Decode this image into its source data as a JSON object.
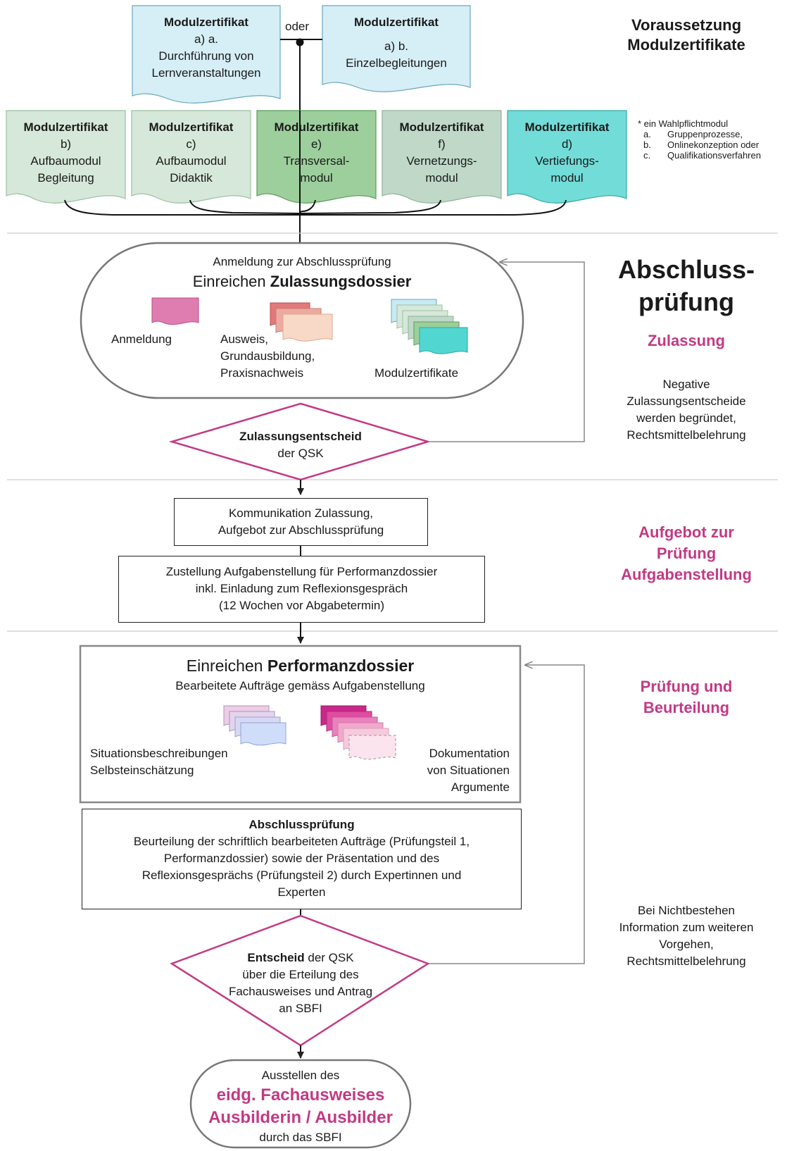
{
  "top_certs": [
    {
      "title": "Modulzertifikat",
      "lines": [
        "a) a.",
        "Durchführung von",
        "Lernveranstaltungen"
      ]
    },
    {
      "title": "Modulzertifikat",
      "lines": [
        "a) b.",
        "Einzelbegleitungen"
      ]
    }
  ],
  "oder_label": "oder",
  "module_certs": [
    {
      "title": "Modulzertifikat",
      "lines": [
        "b)",
        "Aufbaumodul",
        "Begleitung"
      ],
      "color": "#d6e8d9"
    },
    {
      "title": "Modulzertifikat",
      "lines": [
        "c)",
        "Aufbaumodul",
        "Didaktik"
      ],
      "color": "#d6e8d9"
    },
    {
      "title": "Modulzertifikat",
      "lines": [
        "e)",
        "Transversal-",
        "modul"
      ],
      "color": "#9ccf9c"
    },
    {
      "title": "Modulzertifikat",
      "lines": [
        "f)",
        "Vernetzungs-",
        "modul"
      ],
      "color": "#bfd8c8"
    },
    {
      "title": "Modulzertifikat",
      "lines": [
        "d)",
        "Vertiefungs-",
        "modul"
      ],
      "color": "#72dcd8"
    }
  ],
  "colors": {
    "top_cert": "#d6eef5",
    "magenta": "#c23a84",
    "anmeldung": "#e07db0",
    "ausweis_back": "#e07a7a",
    "ausweis_mid": "#ecaaa0",
    "ausweis_front": "#f8d8c6"
  },
  "footnote": {
    "head": "* ein Wahlpflichtmodul",
    "items": [
      {
        "letter": "a.",
        "text": "Gruppenprozesse,"
      },
      {
        "letter": "b.",
        "text": "Onlinekonzeption oder"
      },
      {
        "letter": "c.",
        "text": "Qualifikationsverfahren"
      }
    ]
  },
  "side": {
    "voraussetzung": [
      "Voraussetzung",
      "Modulzertifikate"
    ],
    "abschluss": [
      "Abschluss-",
      "prüfung"
    ],
    "zulassung": "Zulassung",
    "negative_note": [
      "Negative",
      "Zulassungsentscheide",
      "werden begründet,",
      "Rechtsmittelbelehrung"
    ],
    "aufgebot": [
      "Aufgebot zur",
      "Prüfung",
      "Aufgabenstellung"
    ],
    "pruefung": [
      "Prüfung und",
      "Beurteilung"
    ],
    "nichtbestehen_note": [
      "Bei Nichtbestehen",
      "Information zum weiteren",
      "Vorgehen,",
      "Rechtsmittelbelehrung"
    ]
  },
  "dossier": {
    "line1": "Anmeldung zur Abschlussprüfung",
    "line2_prefix": "Einreichen ",
    "line2_bold": "Zulassungsdossier",
    "anmeldung_label": "Anmeldung",
    "ausweis_lines": [
      "Ausweis,",
      "Grundausbildung,",
      "Praxisnachweis"
    ],
    "modulzertifikate_label": "Modulzertifikate"
  },
  "zulassung_decision": {
    "bold": "Zulassungsentscheid",
    "rest": "der QSK"
  },
  "kommunikation": [
    "Kommunikation Zulassung,",
    "Aufgebot zur Abschlussprüfung"
  ],
  "zustellung": [
    "Zustellung Aufgabenstellung für Performanzdossier",
    "inkl. Einladung zum Reflexionsgespräch",
    "(12 Wochen vor Abgabetermin)"
  ],
  "performanz": {
    "title_prefix": "Einreichen ",
    "title_bold": "Performanzdossier",
    "subtitle": "Bearbeitete Aufträge gemäss Aufgabenstellung",
    "left_lines": [
      "Situationsbeschreibungen",
      "Selbsteinschätzung"
    ],
    "right_lines": [
      "Dokumentation",
      "von Situationen",
      "Argumente"
    ]
  },
  "abschlusspruefung": {
    "title": "Abschlussprüfung",
    "lines": [
      "Beurteilung der schriftlich bearbeiteten Aufträge (Prüfungsteil 1,",
      "Performanzdossier) sowie der Präsentation und des",
      "Reflexionsgesprächs (Prüfungsteil 2) durch Expertinnen und",
      "Experten"
    ]
  },
  "entscheid": {
    "bold": "Entscheid",
    "rest": " der QSK",
    "lines": [
      "über die Erteilung des",
      "Fachausweises und Antrag",
      "an SBFI"
    ]
  },
  "final": {
    "line1": "Ausstellen des",
    "mag1": "eidg. Fachausweises",
    "mag2": "Ausbilderin / Ausbilder",
    "line4": "durch das SBFI"
  }
}
